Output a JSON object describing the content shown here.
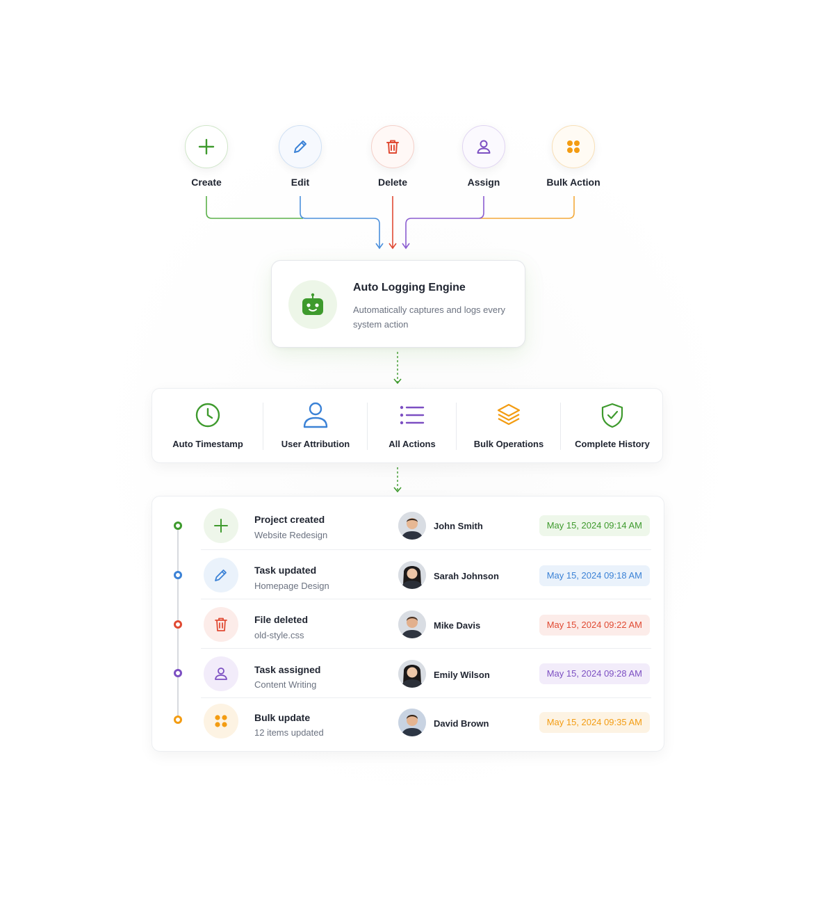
{
  "actions": [
    {
      "label": "Create",
      "icon": "plus-icon",
      "color": "#3e9a2d"
    },
    {
      "label": "Edit",
      "icon": "pencil-icon",
      "color": "#3b82d6"
    },
    {
      "label": "Delete",
      "icon": "trash-icon",
      "color": "#e04a33"
    },
    {
      "label": "Assign",
      "icon": "user-icon",
      "color": "#7c4fc2"
    },
    {
      "label": "Bulk Action",
      "icon": "grid-dots-icon",
      "color": "#f39c12"
    }
  ],
  "engine": {
    "title": "Auto Logging Engine",
    "description": "Automatically captures and logs every system action",
    "icon": "robot-icon",
    "color": "#3e9a2d"
  },
  "features": [
    {
      "label": "Auto Timestamp",
      "icon": "clock-icon",
      "color": "#3e9a2d"
    },
    {
      "label": "User Attribution",
      "icon": "user-icon",
      "color": "#3b82d6"
    },
    {
      "label": "All Actions",
      "icon": "list-icon",
      "color": "#7c4fc2"
    },
    {
      "label": "Bulk Operations",
      "icon": "layers-icon",
      "color": "#f39c12"
    },
    {
      "label": "Complete History",
      "icon": "shield-check-icon",
      "color": "#3e9a2d"
    }
  ],
  "log": [
    {
      "title": "Project created",
      "subtitle": "Website Redesign",
      "user": "John Smith",
      "timestamp": "May 15, 2024 09:14 AM",
      "icon": "plus-icon",
      "color": "#3e9a2d",
      "tint": "#eef6ea"
    },
    {
      "title": "Task updated",
      "subtitle": "Homepage Design",
      "user": "Sarah Johnson",
      "timestamp": "May 15, 2024 09:18 AM",
      "icon": "pencil-icon",
      "color": "#3b82d6",
      "tint": "#eaf2fb"
    },
    {
      "title": "File deleted",
      "subtitle": "old-style.css",
      "user": "Mike Davis",
      "timestamp": "May 15, 2024 09:22 AM",
      "icon": "trash-icon",
      "color": "#e04a33",
      "tint": "#fcece9"
    },
    {
      "title": "Task assigned",
      "subtitle": "Content Writing",
      "user": "Emily Wilson",
      "timestamp": "May 15, 2024 09:28 AM",
      "icon": "user-icon",
      "color": "#7c4fc2",
      "tint": "#f2ecfa"
    },
    {
      "title": "Bulk update",
      "subtitle": "12 items updated",
      "user": "David Brown",
      "timestamp": "May 15, 2024 09:35 AM",
      "icon": "grid-dots-icon",
      "color": "#f39c12",
      "tint": "#fdf3e3"
    }
  ]
}
